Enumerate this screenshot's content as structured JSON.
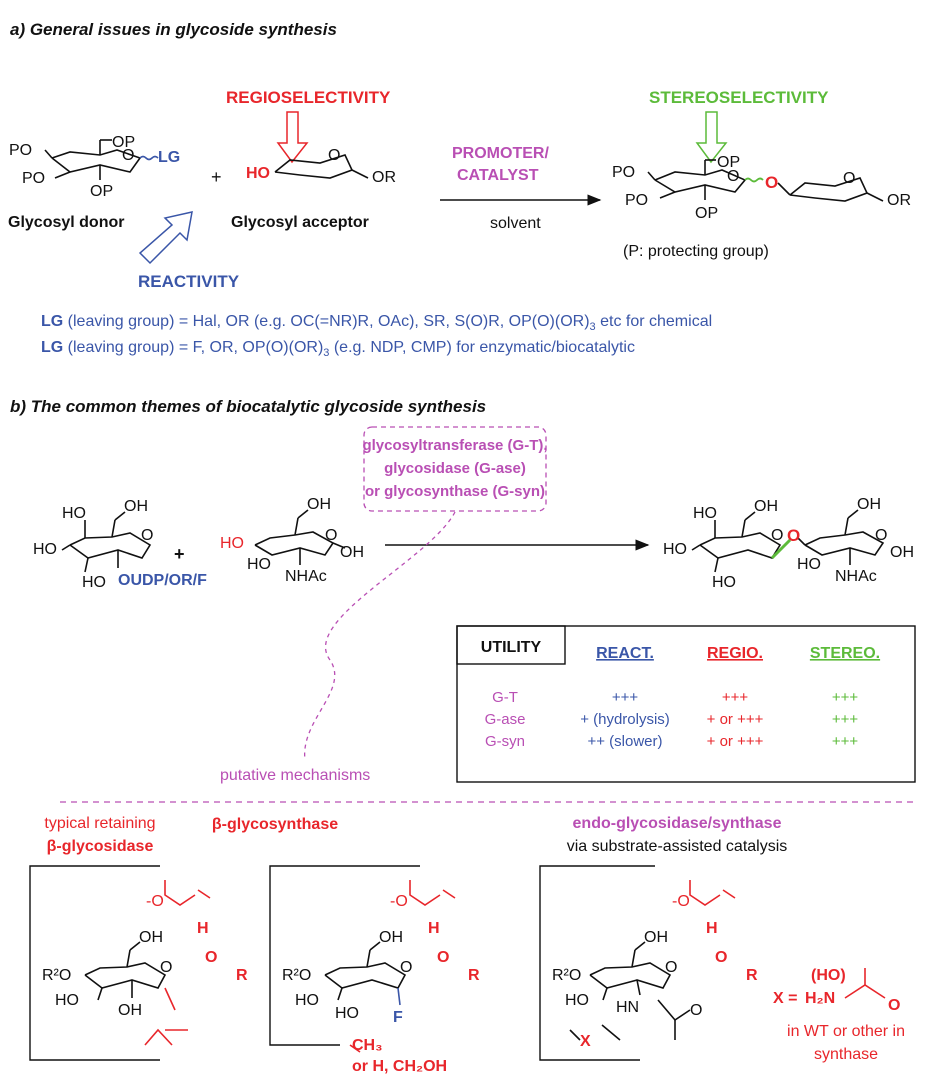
{
  "section_a": {
    "title": "a) General issues in glycoside synthesis",
    "regioselectivity": "REGIOSELECTIVITY",
    "stereoselectivity": "STEREOSELECTIVITY",
    "reactivity": "REACTIVITY",
    "promoter_line1": "PROMOTER/",
    "promoter_line2": "CATALYST",
    "solvent": "solvent",
    "donor_label": "Glycosyl donor",
    "acceptor_label": "Glycosyl acceptor",
    "protecting_note": "(P: protecting group)",
    "plus": "+",
    "atoms": {
      "OP": "OP",
      "PO": "PO",
      "O": "O",
      "LG": "LG",
      "HO": "HO",
      "OR": "OR"
    },
    "lg_chem_prefix": "LG",
    "lg_chem_text": " (leaving group) = Hal, OR (e.g. OC(=NR)R, OAc), SR, S(O)R, OP(O)(OR)",
    "lg_chem_sub": "3",
    "lg_chem_suffix": " etc for chemical",
    "lg_enz_prefix": "LG",
    "lg_enz_text": " (leaving group) = F, OR, OP(O)(OR)",
    "lg_enz_sub": "3",
    "lg_enz_suffix": " (e.g. NDP, CMP)  for enzymatic/biocatalytic"
  },
  "section_b": {
    "title": "b) The common themes of biocatalytic glycoside synthesis",
    "enzyme_line1": "glycosyltransferase (G-T),",
    "enzyme_line2": "glycosidase (G-ase)",
    "enzyme_line3": "or glycosynthase (G-syn)",
    "donor_lg": "OUDP/OR/F",
    "nhac": "NHAc",
    "putative": "putative mechanisms",
    "atoms": {
      "HO": "HO",
      "OH": "OH",
      "O": "O",
      "plus": "+"
    },
    "utility": {
      "title": "UTILITY",
      "headers": [
        "REACT.",
        "REGIO.",
        "STEREO."
      ],
      "rows": [
        {
          "label": "G-T",
          "react": "+++",
          "regio": "+++",
          "stereo": "+++"
        },
        {
          "label": "G-ase",
          "react": "+ (hydrolysis)",
          "regio": "+ or +++",
          "stereo": "+++"
        },
        {
          "label": "G-syn",
          "react": "++ (slower)",
          "regio": "+ or +++",
          "stereo": "+++"
        }
      ]
    },
    "mech1_line1": "typical retaining",
    "mech1_line2": "β-glycosidase",
    "mech2_title": "β-glycosynthase",
    "mech3_line1": "endo-glycosidase/synthase",
    "mech3_line2": "via substrate-assisted catalysis",
    "mech_atoms": {
      "R2O": "R²O",
      "HO": "HO",
      "OH": "OH",
      "O": "O",
      "H": "H",
      "R": "R",
      "F": "F",
      "neg": "-O",
      "HN": "HN",
      "X": "X"
    },
    "ch3": "CH₃",
    "h_ch2oh": "or H, CH₂OH",
    "x_def": "X =",
    "ho_paren": "(HO)",
    "h2n": "H₂N",
    "wt_line1": "in WT or other in",
    "wt_line2": "synthase"
  },
  "colors": {
    "red": "#e8262b",
    "blue": "#3a56a8",
    "green": "#5cbb3a",
    "magenta": "#b94fb4",
    "black": "#111111"
  }
}
